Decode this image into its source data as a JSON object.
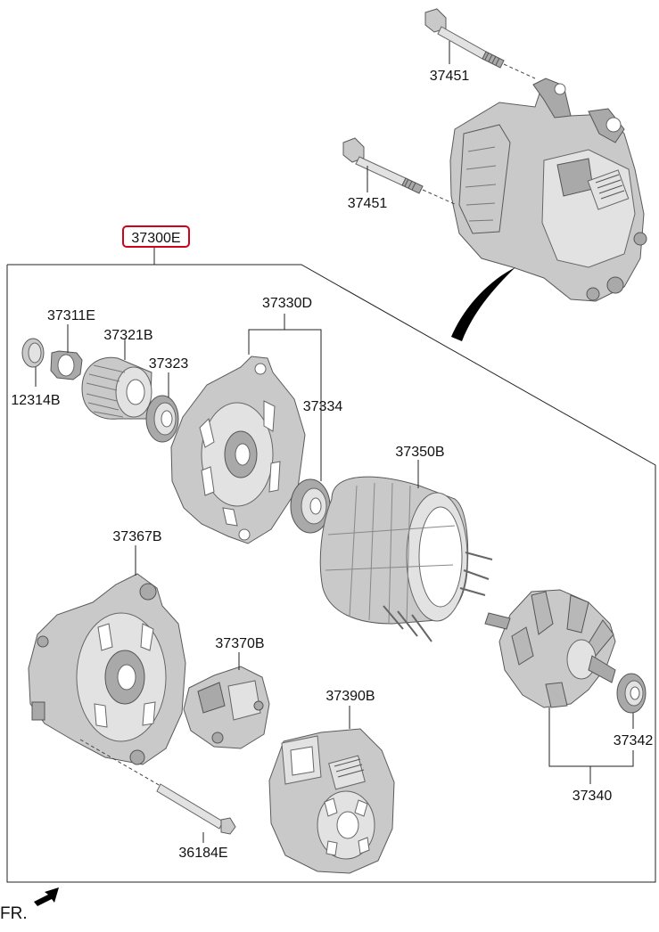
{
  "labels": {
    "bolt_upper": "37451",
    "bolt_lower": "37451",
    "assembly": "37300E",
    "nut": "37311E",
    "cap": "12314B",
    "pulley": "37321B",
    "front_bearing": "37323",
    "front_bracket": "37330D",
    "rear_bearing_front": "37334",
    "stator": "37350B",
    "rear_bracket": "37367B",
    "regulator": "37370B",
    "rectifier_cover": "37390B",
    "rotor_bearing": "37342",
    "rotor": "37340",
    "through_bolt": "36184E"
  },
  "direction": {
    "label": "FR."
  },
  "colors": {
    "highlight_box": "#d0021b",
    "part_fill": "#c9c9c9",
    "line": "#222222"
  }
}
